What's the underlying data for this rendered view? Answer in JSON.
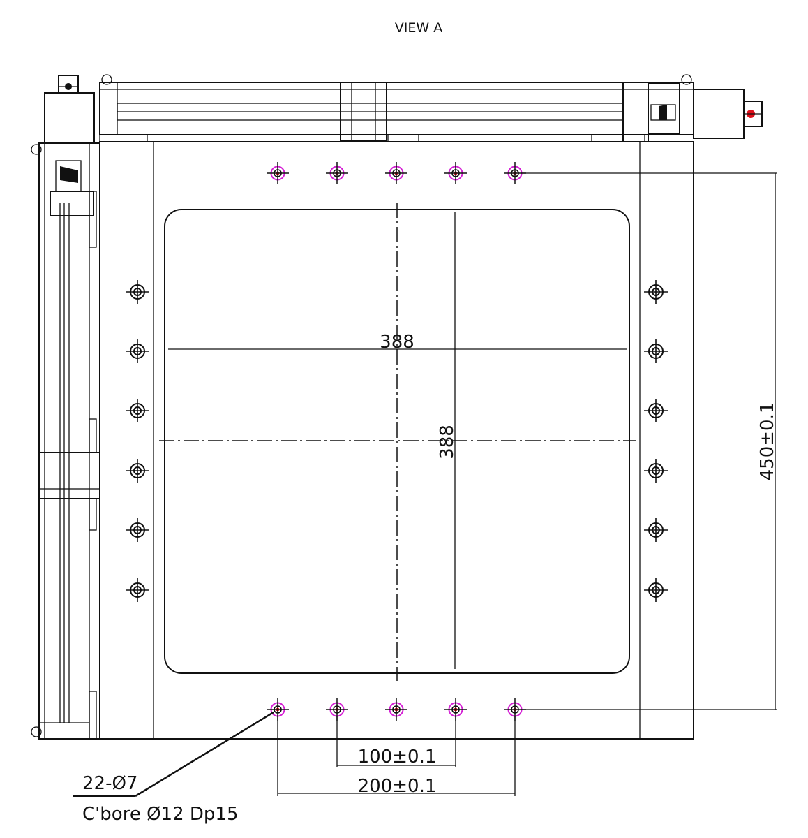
{
  "view_title": "VIEW A",
  "dims": {
    "width_388": "388",
    "height_388": "388",
    "height_450": "450±0.1",
    "pitch_100": "100±0.1",
    "pitch_200": "200±0.1"
  },
  "hole_note": {
    "count": "22-Ø7",
    "counterbore": "C'bore Ø12 Dp15"
  },
  "colors": {
    "line": "#111111",
    "hole_highlight": "#d41fd4",
    "hole_center": "#e0101a"
  }
}
